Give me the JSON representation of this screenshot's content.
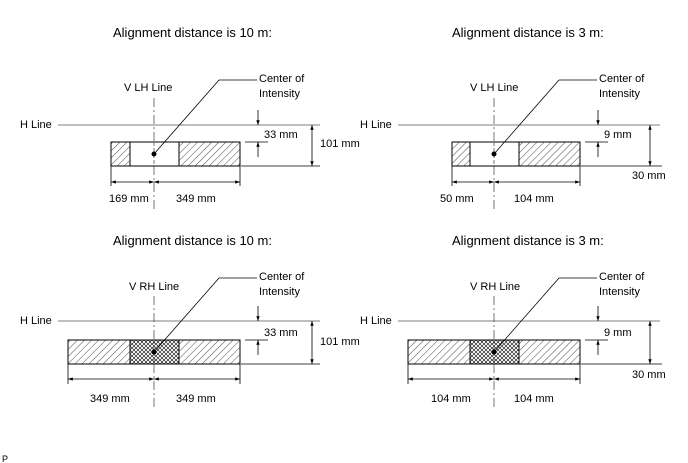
{
  "panels": [
    {
      "heading": "Alignment distance is 10 m:",
      "v_label": "V LH Line",
      "h_label": "H Line",
      "center_label_1": "Center of",
      "center_label_2": "Intensity",
      "dim_top": "33 mm",
      "dim_total": "101 mm",
      "dim_left": "169 mm",
      "dim_right": "349 mm"
    },
    {
      "heading": "Alignment distance is 3 m:",
      "v_label": "V LH Line",
      "h_label": "H Line",
      "center_label_1": "Center of",
      "center_label_2": "Intensity",
      "dim_top": "9 mm",
      "dim_total": "30 mm",
      "dim_left": "50 mm",
      "dim_right": "104 mm"
    },
    {
      "heading": "Alignment distance is 10 m:",
      "v_label": "V RH Line",
      "h_label": "H Line",
      "center_label_1": "Center of",
      "center_label_2": "Intensity",
      "dim_top": "33 mm",
      "dim_total": "101 mm",
      "dim_left": "349 mm",
      "dim_right": "349 mm"
    },
    {
      "heading": "Alignment distance is 3 m:",
      "v_label": "V RH Line",
      "h_label": "H Line",
      "center_label_1": "Center of",
      "center_label_2": "Intensity",
      "dim_top": "9 mm",
      "dim_total": "30 mm",
      "dim_left": "104 mm",
      "dim_right": "104 mm"
    }
  ],
  "footer_code": "P"
}
